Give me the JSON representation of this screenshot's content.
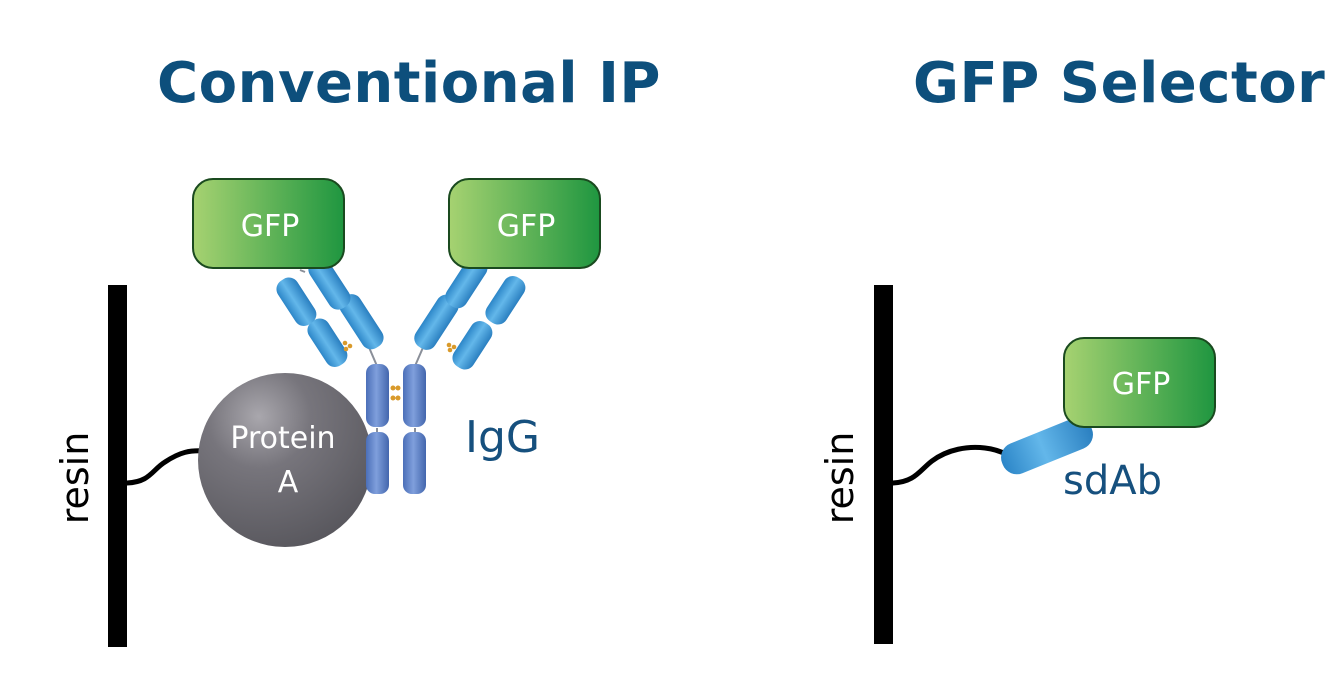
{
  "panels": {
    "left": {
      "title": "Conventional IP",
      "resin_label": "resin",
      "protein_label_line1": "Protein",
      "protein_label_line2": "A",
      "antibody_label": "IgG",
      "gfp_left_label": "GFP",
      "gfp_right_label": "GFP"
    },
    "right": {
      "title": "GFP Selector",
      "resin_label": "resin",
      "gfp_label": "GFP",
      "nanobody_label": "sdAb"
    }
  },
  "colors": {
    "title": "#0d4f7c",
    "label_blue": "#16507e",
    "gfp_green_light": "#9ccd6c",
    "gfp_green_dark": "#2a9a3e",
    "protein_gray": "#6b6a70",
    "igg_heavy": "#5a7fc4",
    "igg_light": "#3a9ad6",
    "disulfide": "#d99a2b"
  }
}
